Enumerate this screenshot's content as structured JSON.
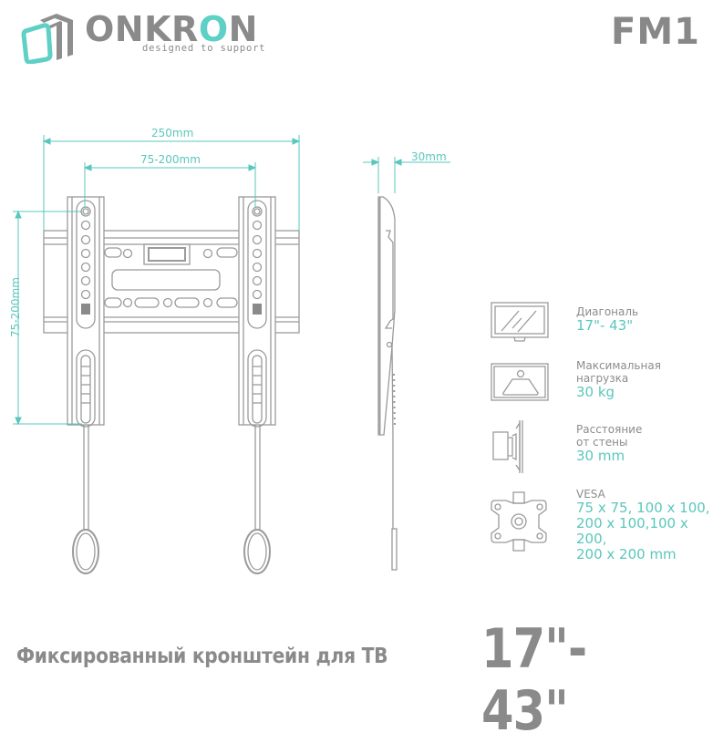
{
  "header": {
    "brand": {
      "prefix": "ONKR",
      "accent_letter": "O",
      "suffix": "N",
      "tagline": "designed to support"
    },
    "model": "FM1"
  },
  "drawing": {
    "front_view": {
      "dim_width": "250mm",
      "dim_vesa_horizontal": "75-200mm",
      "dim_vesa_vertical": "75-200mm"
    },
    "side_view": {
      "dim_depth": "30mm"
    }
  },
  "specs": [
    {
      "icon": "tv-screen-icon",
      "label_lines": [
        "Диагональ"
      ],
      "value_lines": [
        "17\"- 43\""
      ]
    },
    {
      "icon": "weight-icon",
      "label_lines": [
        "Максимальная",
        "нагрузка"
      ],
      "value_lines": [
        "30 kg"
      ]
    },
    {
      "icon": "wall-distance-icon",
      "label_lines": [
        "Расстояние",
        "от стены"
      ],
      "value_lines": [
        "30 mm"
      ]
    },
    {
      "icon": "vesa-plate-icon",
      "label_lines": [
        "VESA"
      ],
      "value_lines": [
        "75 x 75, 100 x 100,",
        "200 x 100,100 x 200,",
        "200 x 200 mm"
      ]
    }
  ],
  "footer": {
    "title": "Фиксированный кронштейн для ТВ",
    "size_range": "17\"- 43\""
  },
  "colors": {
    "accent": "#5ac7bc",
    "text_gray": "#8a8a8a",
    "line_gray": "#9a9a9a"
  }
}
